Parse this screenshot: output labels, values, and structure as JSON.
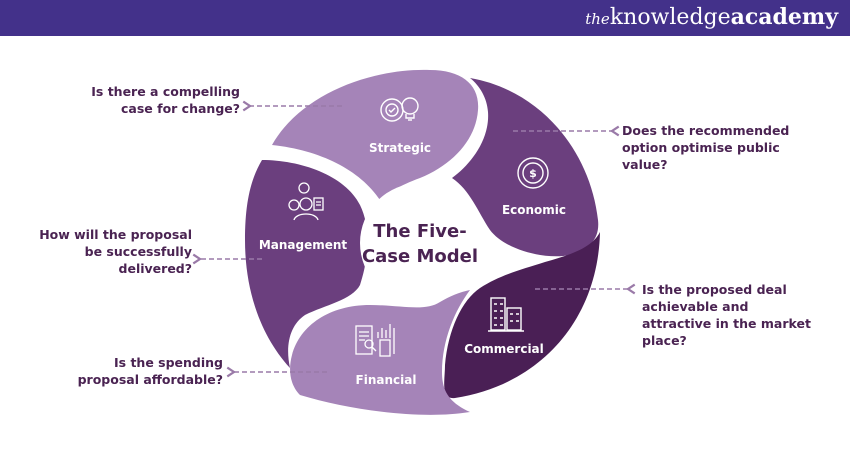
{
  "header": {
    "logo_prefix": "the",
    "logo_main": "knowledge",
    "logo_suffix": "academy",
    "background_color": "#43318a"
  },
  "center": {
    "title_line1": "The Five-",
    "title_line2": "Case Model"
  },
  "segments": [
    {
      "label": "Strategic",
      "icon": "gear-lightbulb-icon",
      "color": "#a584b8",
      "question": [
        "Is there a  compelling",
        "case for change?"
      ]
    },
    {
      "label": "Economic",
      "icon": "dollar-cycle-icon",
      "color": "#6b3f7e",
      "question": [
        "Does the recommended",
        "option optimise public",
        "value?"
      ]
    },
    {
      "label": "Commercial",
      "icon": "buildings-icon",
      "color": "#4a1f55",
      "question": [
        "Is the proposed deal",
        "achievable and",
        "attractive in the market",
        "place?"
      ]
    },
    {
      "label": "Financial",
      "icon": "financial-report-icon",
      "color": "#a584b8",
      "question": [
        "Is the spending",
        "proposal affordable?"
      ]
    },
    {
      "label": "Management",
      "icon": "manager-icon",
      "color": "#6b3f7e",
      "question": [
        "How will the proposal",
        "be successfully",
        "delivered?"
      ]
    }
  ],
  "colors": {
    "arrow": "#9a7aa8",
    "text_dark": "#4a2352"
  }
}
